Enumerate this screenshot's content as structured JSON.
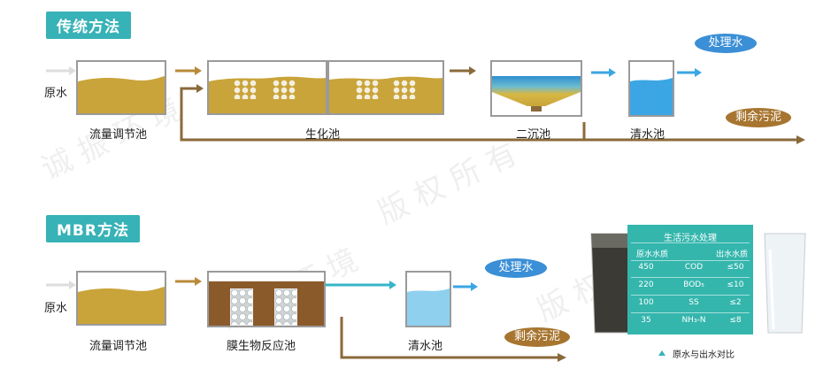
{
  "traditional": {
    "title": "传统方法",
    "raw_water": "原水",
    "tank1": "流量调节池",
    "tank2": "生化池",
    "tank3": "二沉池",
    "tank4": "清水池",
    "treated_water": "处理水",
    "sludge": "剩余污泥"
  },
  "mbr": {
    "title": "MBR方法",
    "raw_water": "原水",
    "tank1": "流量调节池",
    "tank2": "膜生物反应池",
    "tank3": "清水池",
    "treated_water": "处理水",
    "sludge": "剩余污泥"
  },
  "comparison": {
    "title": "生活污水处理",
    "col_raw": "原水水质",
    "col_out": "出水水质",
    "rows": [
      {
        "raw": "450",
        "param": "COD",
        "out": "≤50"
      },
      {
        "raw": "220",
        "param": "BOD₅",
        "out": "≤10"
      },
      {
        "raw": "100",
        "param": "SS",
        "out": "≤2"
      },
      {
        "raw": "35",
        "param": "NH₃-N",
        "out": "≤8"
      }
    ],
    "caption": "原水与出水对比"
  },
  "colors": {
    "accent": "#37b2b6",
    "sewage": "#c9a43a",
    "water": "#3ba6e3",
    "sludge_pill": "#a7752f",
    "pipe": "#8a6a3a"
  }
}
